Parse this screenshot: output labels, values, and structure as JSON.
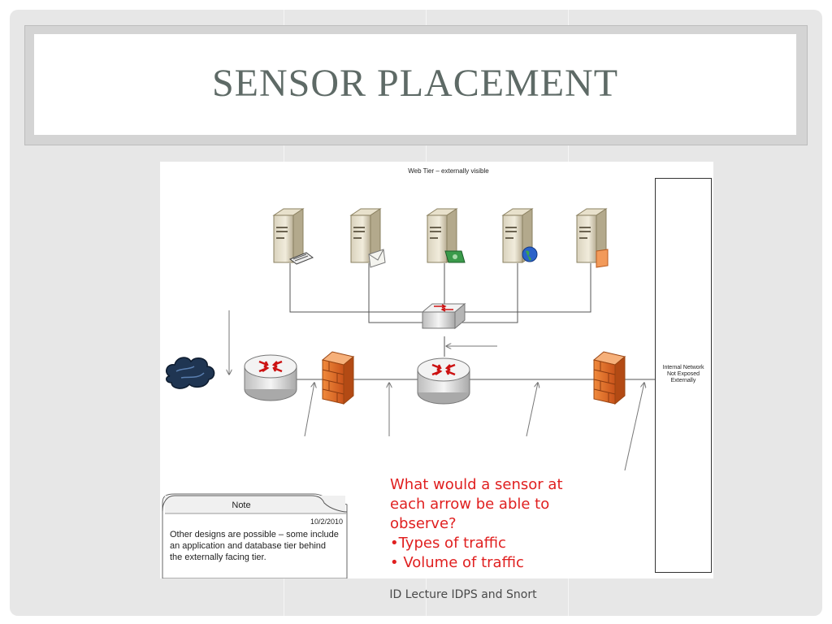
{
  "slide": {
    "title": "SENSOR PLACEMENT",
    "footer": "ID Lecture IDPS and Snort"
  },
  "diagram": {
    "tier_label": "Web Tier – externally visible",
    "internal_network": [
      "Internal Network",
      "Not Exposed",
      "Externally"
    ],
    "question_lines": [
      "What would a sensor at",
      "each arrow be able to",
      "observe?",
      "•Types of traffic",
      "• Volume of traffic"
    ],
    "note": {
      "title": "Note",
      "date": "10/2/2010",
      "lines": [
        "Other designs are possible – some include",
        "an application and database tier behind",
        "the externally facing tier."
      ]
    },
    "servers": [
      {
        "badge": "keyboard-icon"
      },
      {
        "badge": "envelope-icon"
      },
      {
        "badge": "money-icon"
      },
      {
        "badge": "globe-icon"
      },
      {
        "badge": "document-icon"
      }
    ]
  },
  "colors": {
    "title": "#5e6a66",
    "question": "#e02020",
    "firewall": "#e86a1c",
    "router_arrows": "#cc1111"
  }
}
